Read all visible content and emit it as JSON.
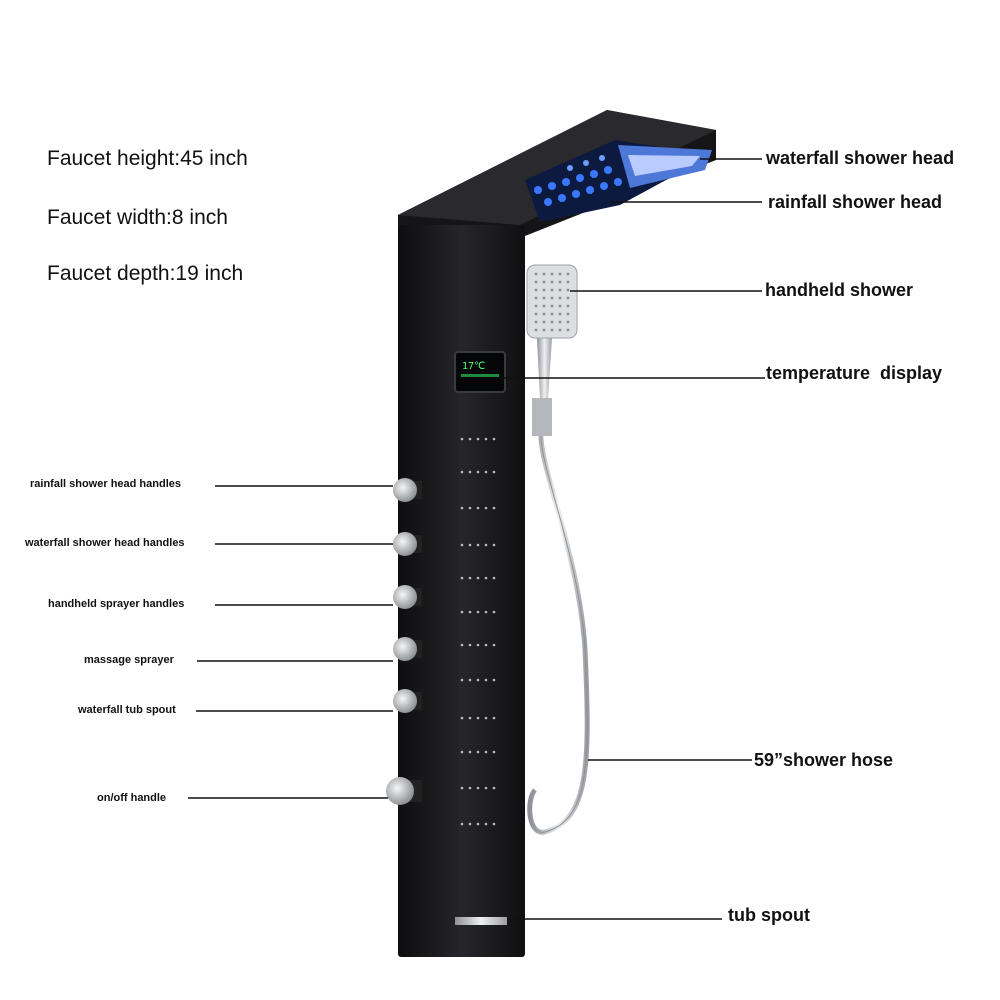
{
  "specs": {
    "height": "Faucet height:45 inch",
    "width": "Faucet width:8 inch",
    "depth": "Faucet depth:19 inch"
  },
  "callouts_right": {
    "waterfall_head": "waterfall shower head",
    "rainfall_head": "rainfall shower head",
    "handheld": "handheld shower",
    "temp_display": "temperature  display",
    "hose": "59”shower hose",
    "tub_spout": "tub spout"
  },
  "callouts_left": {
    "rainfall_handles": "rainfall shower head handles",
    "waterfall_handles": "waterfall shower head handles",
    "sprayer_handles": "handheld sprayer handles",
    "massage": "massage sprayer",
    "tub_spout_handle": "waterfall tub spout",
    "onoff": "on/off handle"
  },
  "display": {
    "reading": "17℃"
  },
  "colors": {
    "panel": "#1c1c1e",
    "led": "#3a78ff",
    "chrome": "#c9ccd0"
  }
}
